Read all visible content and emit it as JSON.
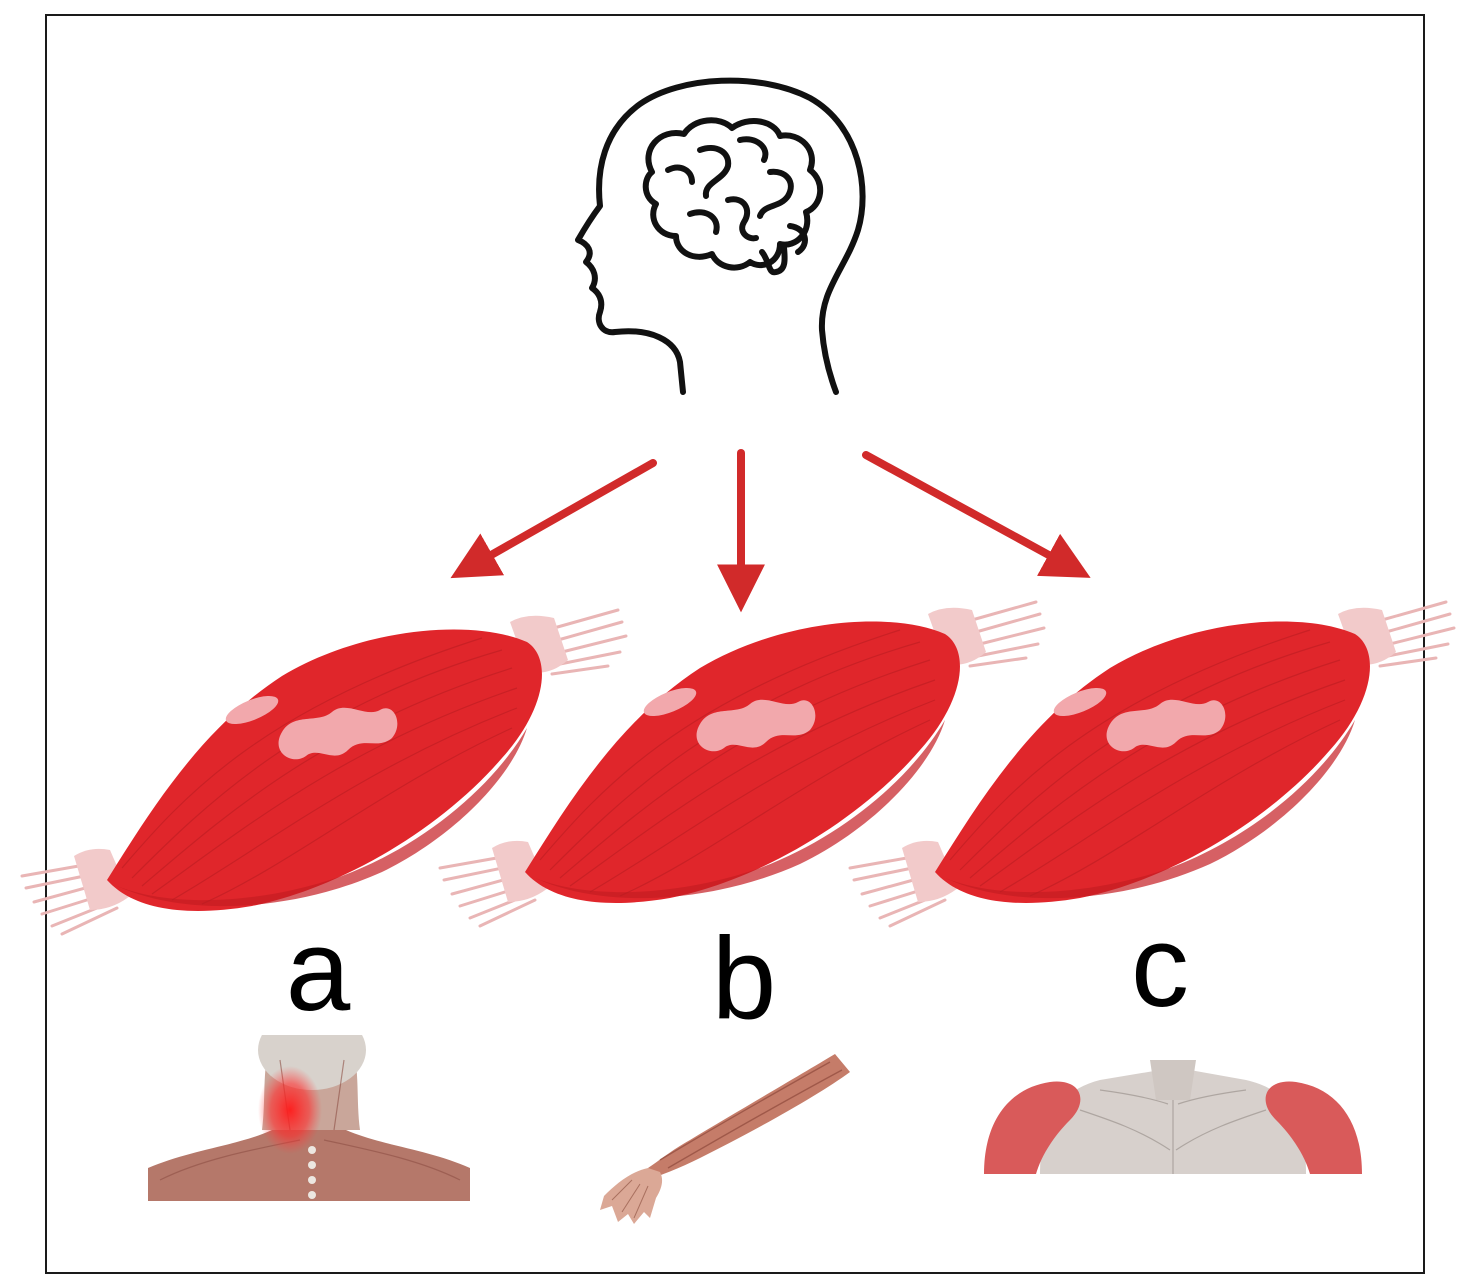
{
  "colors": {
    "arrow": "#d12a2a",
    "muscle_belly": "#e0262b",
    "muscle_dark": "#b51a1f",
    "tendon": "#f0c4c4",
    "frame_border": "#1a1a1a",
    "icon_stroke": "#111111"
  },
  "top_icon": "head-with-brain-icon",
  "muscle_icon": "skeletal-muscle-icon",
  "panels": [
    {
      "label": "a",
      "image": "neck-back-muscles-with-pain-highlight"
    },
    {
      "label": "b",
      "image": "forearm-muscles"
    },
    {
      "label": "c",
      "image": "shoulders-chest-deltoid-highlight"
    }
  ]
}
